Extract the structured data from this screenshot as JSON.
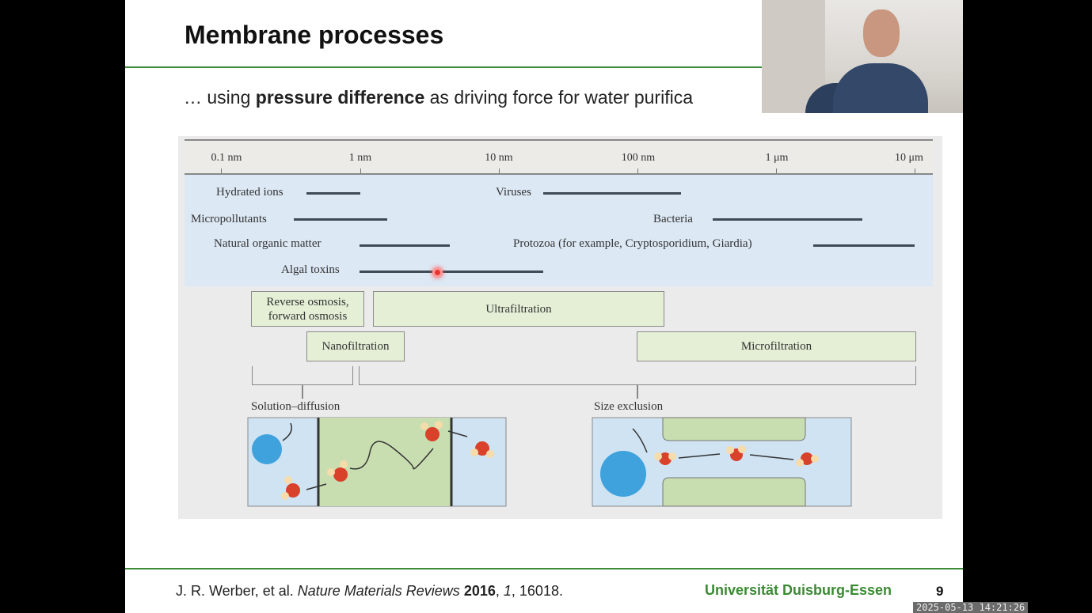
{
  "slide": {
    "title": "Membrane processes",
    "subtitle_pre": "… using ",
    "subtitle_bold": "pressure difference",
    "subtitle_post": " as driving force for water purifica",
    "reference": {
      "authors": "J. R. Werber, et al. ",
      "journal": "Nature Materials Reviews",
      "year": "2016",
      "sep1": ", ",
      "volume": "1",
      "rest": ", 16018."
    },
    "university": "Universität Duisburg-Essen",
    "page_number": "9"
  },
  "figure": {
    "axis_ticks": [
      "0.1 nm",
      "1 nm",
      "10 nm",
      "100 nm",
      "1 μm",
      "10 μm"
    ],
    "contaminants": [
      {
        "label": "Hydrated ions"
      },
      {
        "label": "Viruses"
      },
      {
        "label": "Micropollutants"
      },
      {
        "label": "Bacteria"
      },
      {
        "label": "Natural organic matter"
      },
      {
        "label": "Protozoa (for example, Cryptosporidium, Giardia)"
      },
      {
        "label": "Algal toxins"
      }
    ],
    "processes": {
      "ro": "Reverse osmosis,\nforward osmosis",
      "uf": "Ultrafiltration",
      "nf": "Nanofiltration",
      "mf": "Microfiltration"
    },
    "mechanisms": {
      "sd": "Solution–diffusion",
      "se": "Size exclusion"
    }
  },
  "overlay": {
    "timestamp": "2025-05-13 14:21:26"
  }
}
